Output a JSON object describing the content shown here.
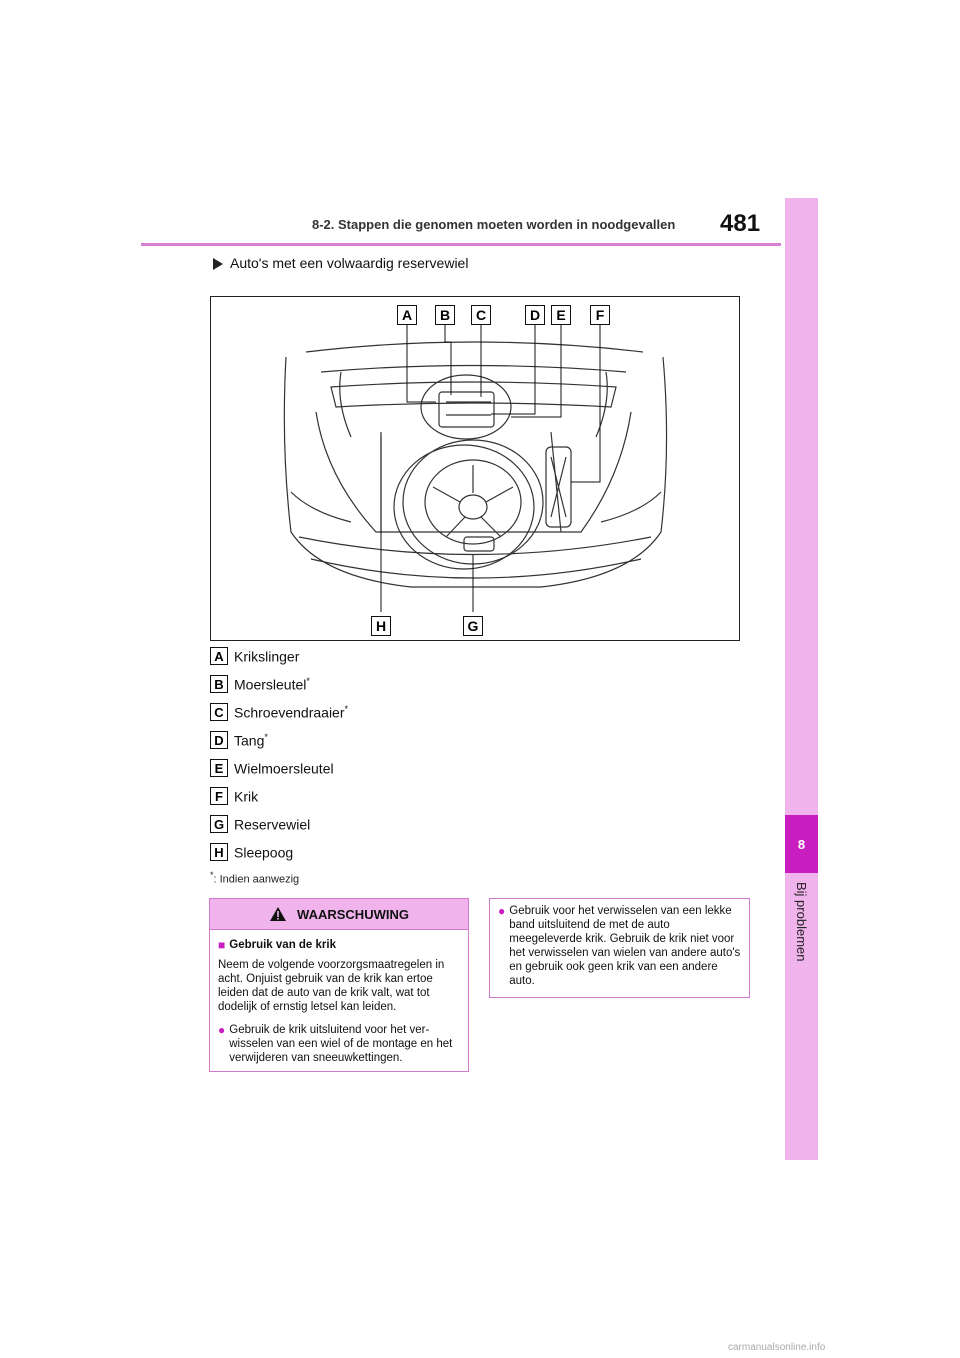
{
  "header": {
    "section": "8-2. Stappen die genomen moeten worden in noodgevallen",
    "page": "481"
  },
  "side_tab": {
    "chapter_number": "8",
    "chapter_title": "Bij problemen"
  },
  "section_title": "Auto's met een volwaardig reservewiel",
  "figure_labels": [
    "A",
    "B",
    "C",
    "D",
    "E",
    "F",
    "G",
    "H"
  ],
  "legend": [
    {
      "key": "A",
      "text": "Krikslinger",
      "star": ""
    },
    {
      "key": "B",
      "text": "Moersleutel",
      "star": "*"
    },
    {
      "key": "C",
      "text": "Schroevendraaier",
      "star": "*"
    },
    {
      "key": "D",
      "text": "Tang",
      "star": "*"
    },
    {
      "key": "E",
      "text": "Wielmoersleutel",
      "star": ""
    },
    {
      "key": "F",
      "text": "Krik",
      "star": ""
    },
    {
      "key": "G",
      "text": "Reservewiel",
      "star": ""
    },
    {
      "key": "H",
      "text": "Sleepoog",
      "star": ""
    }
  ],
  "footnote": {
    "mark": "*",
    "text": ": Indien aanwezig"
  },
  "warning": {
    "title": "WAARSCHUWING",
    "subhead": "Gebruik van de krik",
    "intro": "Neem de volgende voorzorgsmaatregelen in acht. Onjuist gebruik van de krik kan ertoe leiden dat de auto van de krik valt, wat tot dodelijk of ernstig letsel kan leiden.",
    "bullet1": "Gebruik de krik uitsluitend voor het ver-wisselen van een wiel of de montage en het verwijderen van sneeuwkettingen.",
    "bullet2": "Gebruik voor het verwisselen van een lekke band uitsluitend de met de auto meegeleverde krik. Gebruik de krik niet voor het verwisselen van wielen van andere auto's en gebruik ook geen krik van een andere auto."
  },
  "watermark": "carmanualsonline.info"
}
